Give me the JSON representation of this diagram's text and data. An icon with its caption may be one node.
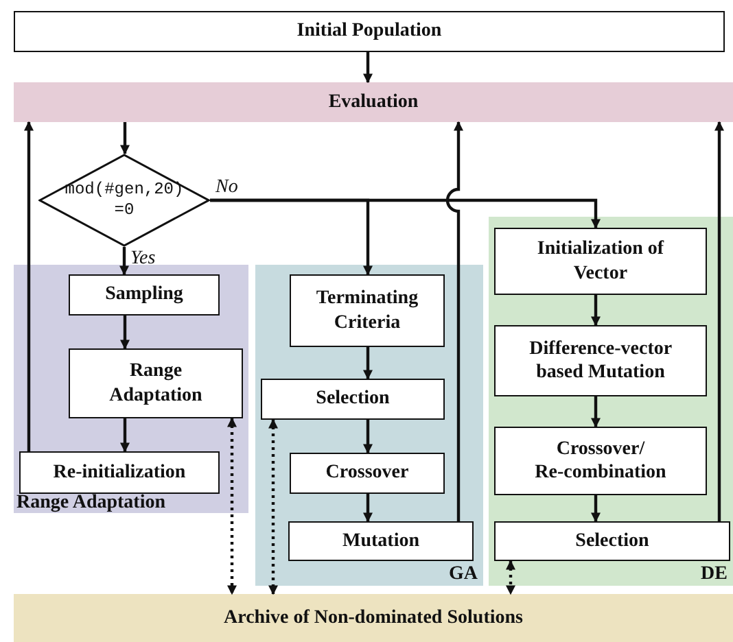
{
  "diagram": {
    "nodes": [
      {
        "text": [
          "Initial Population"
        ]
      },
      {
        "text": [
          "Evaluation"
        ]
      },
      {
        "text": [
          "mod(#gen,20) =0"
        ]
      },
      {
        "text": [
          "Range Adaptation"
        ]
      },
      {
        "text": [
          "Sampling"
        ],
        "in": 3
      },
      {
        "text": [
          "Range Adaptation"
        ],
        "in": 3
      },
      {
        "text": [
          "Re-initialization"
        ],
        "in": 3
      },
      {
        "text": [
          "GA"
        ]
      },
      {
        "text": [
          "Terminating Criteria"
        ],
        "in": 7
      },
      {
        "text": [
          "Selection"
        ],
        "in": 7
      },
      {
        "text": [
          "Crossover"
        ],
        "in": 7
      },
      {
        "text": [
          "Mutation"
        ],
        "in": 7
      },
      {
        "text": [
          "DE"
        ]
      },
      {
        "text": [
          "Initialization of Vector"
        ],
        "in": 12
      },
      {
        "text": [
          "Difference-vector based Mutation"
        ],
        "in": 12
      },
      {
        "text": [
          "Crossover/ Re-combination"
        ],
        "in": 12
      },
      {
        "text": [
          "Selection"
        ],
        "in": 12
      },
      {
        "text": [
          "Archive of Non-dominated Solutions"
        ]
      }
    ],
    "edges": [
      {
        "from": 0,
        "to": 1,
        "arrow": "to"
      },
      {
        "from": 1,
        "to": 2,
        "arrow": "to"
      },
      {
        "from": 2,
        "to": 4,
        "arrow": "to",
        "label": "Yes"
      },
      {
        "from": 2,
        "to": 8,
        "arrow": "to",
        "label": "No"
      },
      {
        "from": 2,
        "to": 13,
        "arrow": "to"
      },
      {
        "from": 4,
        "to": 5,
        "arrow": "to"
      },
      {
        "from": 5,
        "to": 6,
        "arrow": "to"
      },
      {
        "from": 6,
        "to": 1,
        "arrow": "to"
      },
      {
        "from": 8,
        "to": 9,
        "arrow": "to"
      },
      {
        "from": 9,
        "to": 10,
        "arrow": "to"
      },
      {
        "from": 10,
        "to": 11,
        "arrow": "to"
      },
      {
        "from": 11,
        "to": 1,
        "arrow": "to"
      },
      {
        "from": 13,
        "to": 14,
        "arrow": "to"
      },
      {
        "from": 14,
        "to": 15,
        "arrow": "to"
      },
      {
        "from": 15,
        "to": 16,
        "arrow": "to"
      },
      {
        "from": 16,
        "to": 1,
        "arrow": "to"
      },
      {
        "from": 5,
        "to": 17,
        "arrow": "both",
        "style": "dashed"
      },
      {
        "from": 9,
        "to": 17,
        "arrow": "both",
        "style": "dashed"
      },
      {
        "from": 16,
        "to": 17,
        "arrow": "both",
        "style": "dashed"
      }
    ]
  }
}
